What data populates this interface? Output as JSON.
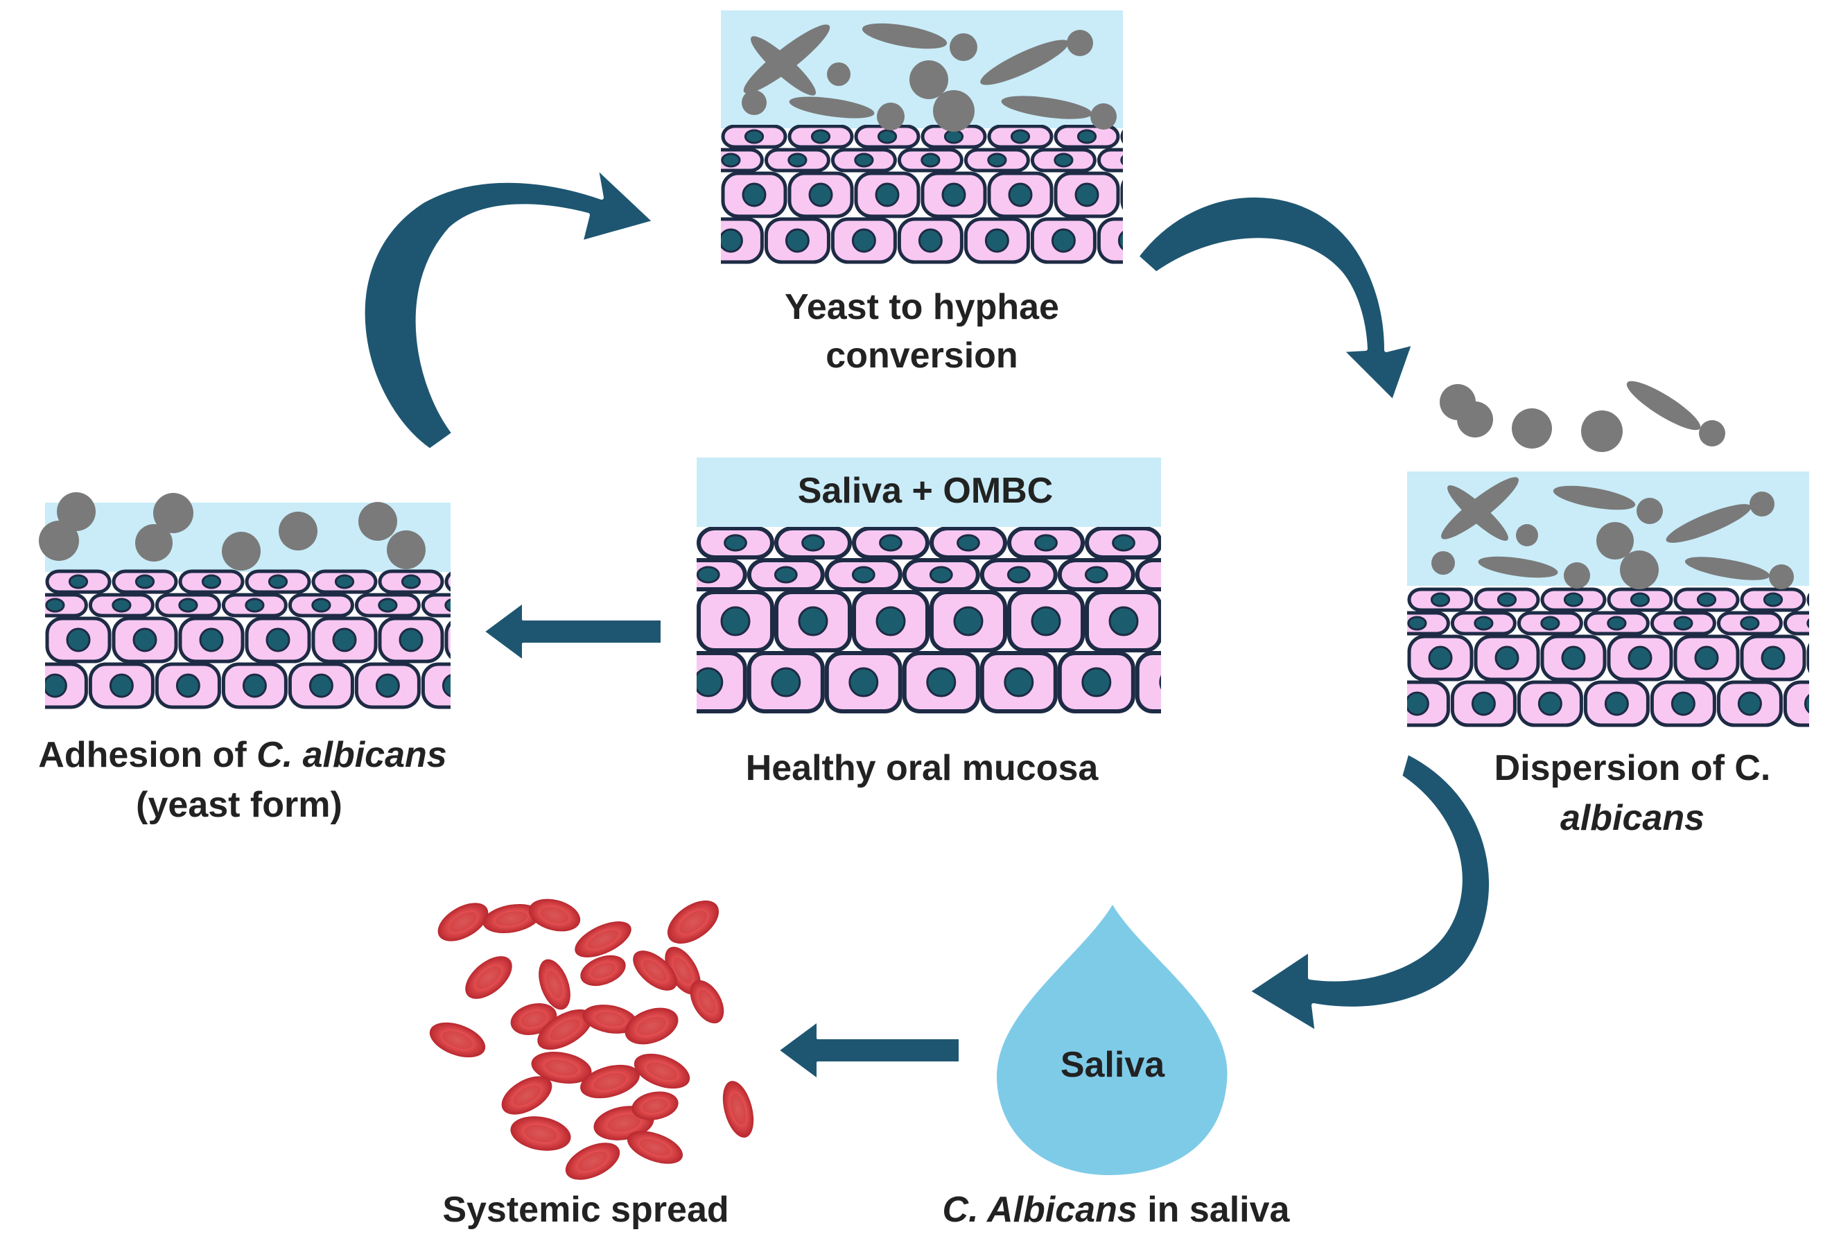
{
  "labels": {
    "top_line1": "Yeast to hyphae",
    "top_line2": "conversion",
    "center_box": "Saliva + OMBC",
    "center": "Healthy oral mucosa",
    "left_line1_prefix": "Adhesion of ",
    "left_line1_italic": "C. albicans",
    "left_line2": "(yeast form)",
    "right_line1": "Dispersion of C.",
    "right_line2_italic": "albicans",
    "drop": "Saliva",
    "bottom_right_italic": "C. Albicans",
    "bottom_right_suffix": " in saliva",
    "bottom_left": "Systemic spread"
  },
  "colors": {
    "saliva_layer": "#c9ecf8",
    "cell_fill": "#f8c8f2",
    "cell_stroke": "#1e2b45",
    "nucleus": "#1b5d6e",
    "arrow": "#1e5672",
    "fungus": "#7a7a7a",
    "drop": "#7ecbe8",
    "blood_cell": "#d9474b"
  },
  "icons": {
    "mucosa": "epithelium-tissue-icon",
    "fungus": "candida-cell-icon",
    "drop": "saliva-drop-icon",
    "blood": "red-blood-cells-icon"
  }
}
